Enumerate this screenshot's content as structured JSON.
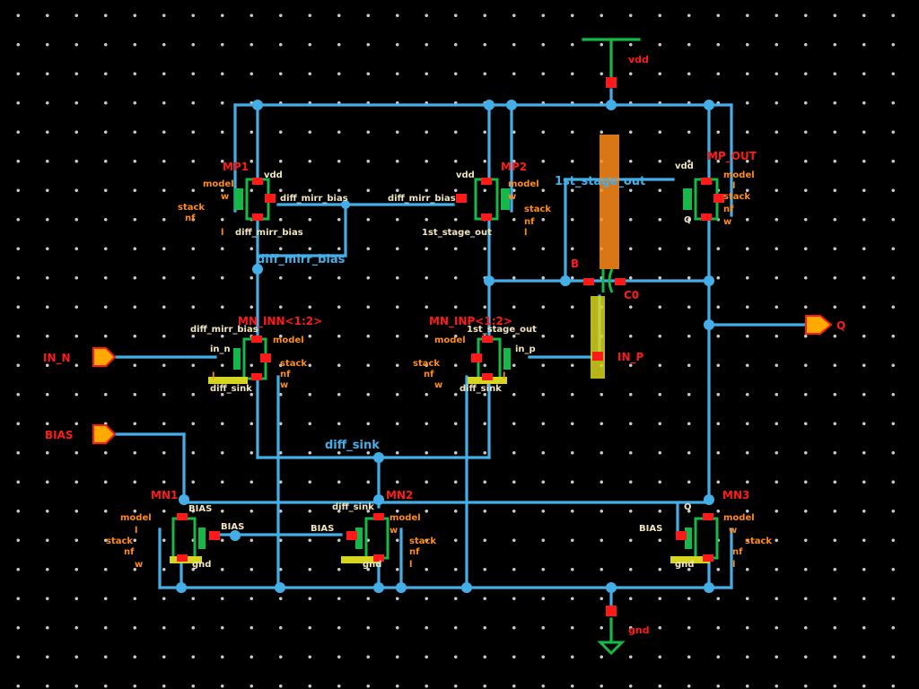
{
  "power": {
    "vdd": "vdd",
    "gnd": "gnd"
  },
  "ports": {
    "in_n": "IN_N",
    "in_p": "IN_P",
    "bias": "BIAS",
    "out": "Q"
  },
  "nets": {
    "diff_mirr_bias": "diff_mirr_bias",
    "diff_sink": "diff_sink",
    "first_stage_out": "1st_stage_out"
  },
  "instances": {
    "mp1": "MP1",
    "mp2": "MP2",
    "mp_out": "MP_OUT",
    "mn_inn": "MN_INN<1:2>",
    "mn_inp": "MN_INP<1:2>",
    "mn1": "MN1",
    "mn2": "MN2",
    "mn3": "MN3",
    "cap": "C0"
  },
  "pins": {
    "vdd": "vdd",
    "gnd": "gnd",
    "bias": "BIAS",
    "q": "Q",
    "in_n": "in_n",
    "in_p": "in_p",
    "diff_sink": "diff_sink",
    "diff_mirr_bias": "diff_mirr_bias",
    "first_stage_out": "1st_stage_out",
    "b": "B",
    "c0": "C0"
  },
  "props": {
    "model": "model",
    "stack": "stack",
    "nf": "nf",
    "w": "w",
    "l": "l"
  },
  "colors": {
    "wire": "#44aee6",
    "pin": "#ff1a1a",
    "port": "#ff1a1a",
    "supply": "#16b84a",
    "prop": "#ff8c1a",
    "gate": "#d6d620"
  }
}
